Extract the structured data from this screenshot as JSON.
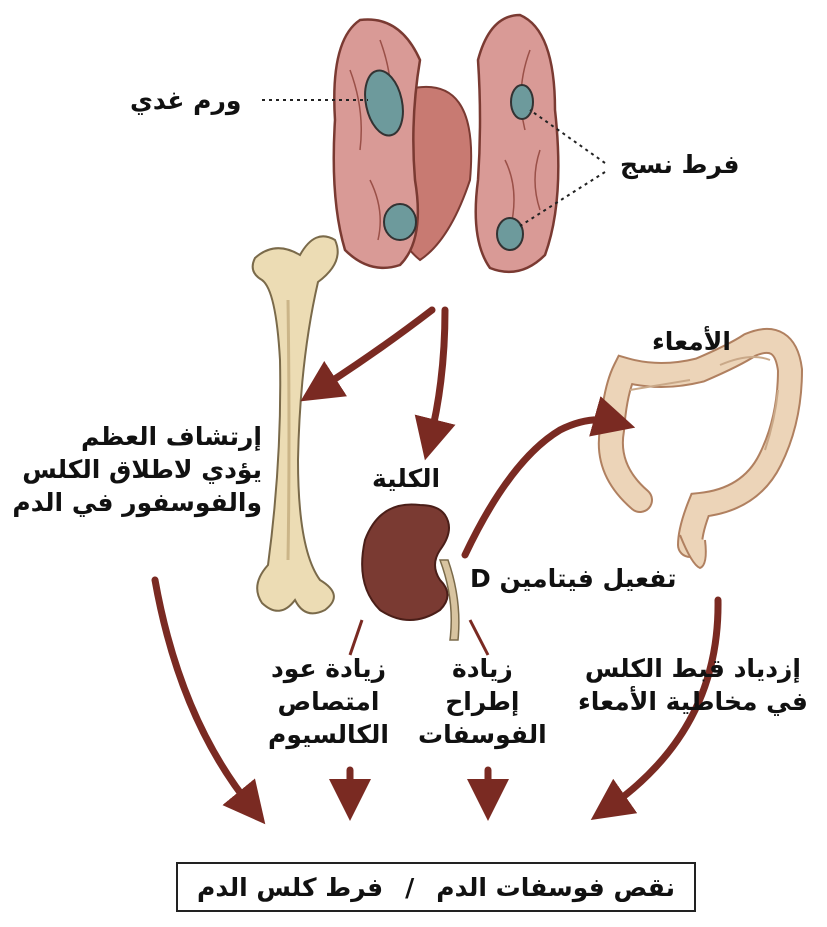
{
  "labels": {
    "adenoma": "ورم غدي",
    "hyperplasia": "فرط نسج",
    "intestine": "الأمعاء",
    "kidney": "الكلية",
    "bone_resorption": [
      "إرتشاف العظم",
      "يؤدي لاطلاق الكلس",
      "والفوسفور في الدم"
    ],
    "vitamin_d": "تفعيل فيتامين D",
    "calcium_reabsorption": [
      "زيادة عود",
      "امتصاص",
      "الكالسيوم"
    ],
    "phosphate_excretion": [
      "زيادة",
      "إطراح",
      "الفوسفات"
    ],
    "intestinal_absorption": [
      "إزدياد قبط الكلس",
      "في مخاطية الأمعاء"
    ]
  },
  "result": {
    "part1": "نقص فوسفات الدم",
    "separator": "/",
    "part2": "فرط كلس الدم"
  },
  "colors": {
    "arrow": "#7a2a22",
    "thyroid_fill": "#d99a96",
    "thyroid_center": "#c87a72",
    "nodule": "#6d9a9c",
    "bone": "#ecdcb4",
    "kidney": "#7a3a32",
    "intestine": "#ecd4b8"
  }
}
